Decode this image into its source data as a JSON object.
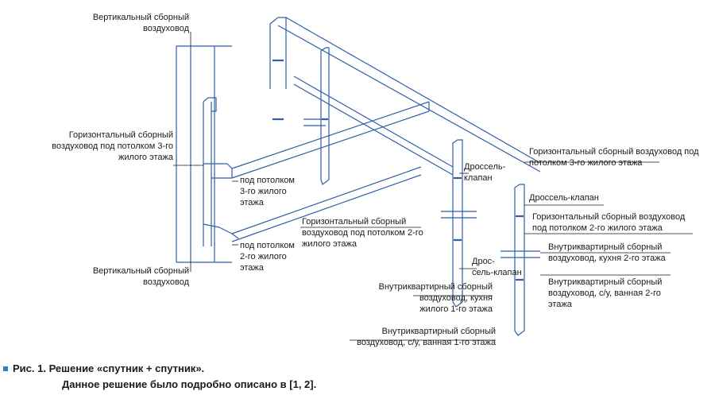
{
  "labels": {
    "vert_top": {
      "l1": "Вертикальный сборный",
      "l2": "воздуховод"
    },
    "horiz_left_3": {
      "l1": "Горизонтальный сборный",
      "l2": "воздуховод под потолком 3-го",
      "l3": "жилого этажа"
    },
    "under_ceiling_3": {
      "l1": "под потолком",
      "l2": "3-го жилого",
      "l3": "этажа"
    },
    "horiz_mid_2": {
      "l1": "Горизонтальный сборный",
      "l2": "воздуховод под потолком 2-го",
      "l3": "жилого этажа"
    },
    "under_ceiling_2": {
      "l1": "под потолком",
      "l2": "2-го жилого",
      "l3": "этажа"
    },
    "vert_bottom": {
      "l1": "Вертикальный сборный",
      "l2": "воздуховод"
    },
    "damper_top": {
      "l1": "Дроссель-",
      "l2": "клапан"
    },
    "damper_mid": {
      "l1": "Дрос-",
      "l2": "сель-клапан"
    },
    "damper_right": {
      "l1": "Дроссель-клапан"
    },
    "horiz_right_3": {
      "l1": "Горизонтальный сборный воздуховод под",
      "l2": "потолком 3-го жилого этажа"
    },
    "horiz_right_2": {
      "l1": "Горизонтальный сборный воздуховод",
      "l2": "под потолком 2-го жилого этажа"
    },
    "inner_kitchen_2": {
      "l1": "Внутриквартирный сборный",
      "l2": "воздуховод, кухня 2-го этажа"
    },
    "inner_bath_2": {
      "l1": "Внутриквартирный сборный",
      "l2": "воздуховод, с/у, ванная 2-го",
      "l3": "этажа"
    },
    "inner_kitchen_1": {
      "l1": "Внутриквартирный сборный",
      "l2": "воздуховод, кухня",
      "l3": "жилого 1-го этажа"
    },
    "inner_bath_1": {
      "l1": "Внутриквартирный сборный",
      "l2": "воздуховод, с/у, ванная 1-го этажа"
    }
  },
  "caption": {
    "line1": "Рис. 1. Решение «спутник + спутник».",
    "line2": "Данное решение было подробно описано в [1, 2]."
  },
  "colors": {
    "duct": "#2f5fa8",
    "accent": "#2b7fc4",
    "text": "#1a1a1a",
    "leader": "#1a1a1a"
  }
}
